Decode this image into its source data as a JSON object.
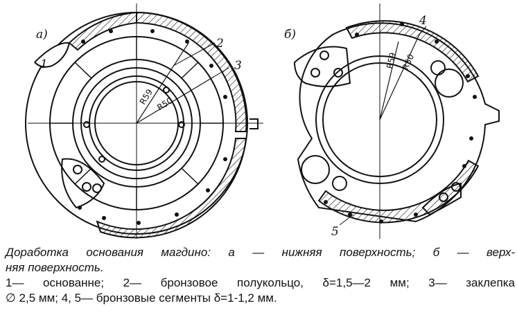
{
  "figure": {
    "panel_a_label": "а)",
    "panel_b_label": "б)",
    "callouts": [
      "1",
      "2",
      "3",
      "4",
      "5"
    ],
    "dimensions": {
      "r_outer": "R59",
      "r_inner": "R50"
    }
  },
  "caption": {
    "title_line1": "Доработка основания магдино: а — нижняя поверхность; б — верх-",
    "title_line2": "няя поверхность.",
    "legend_line1": "1— основанне; 2— бронзовое полукольцо, δ=1,5—2 мм; 3— заклепка",
    "legend_line2": "∅ 2,5 мм; 4, 5— бронзовые сегменты δ=1-1,2 мм."
  }
}
